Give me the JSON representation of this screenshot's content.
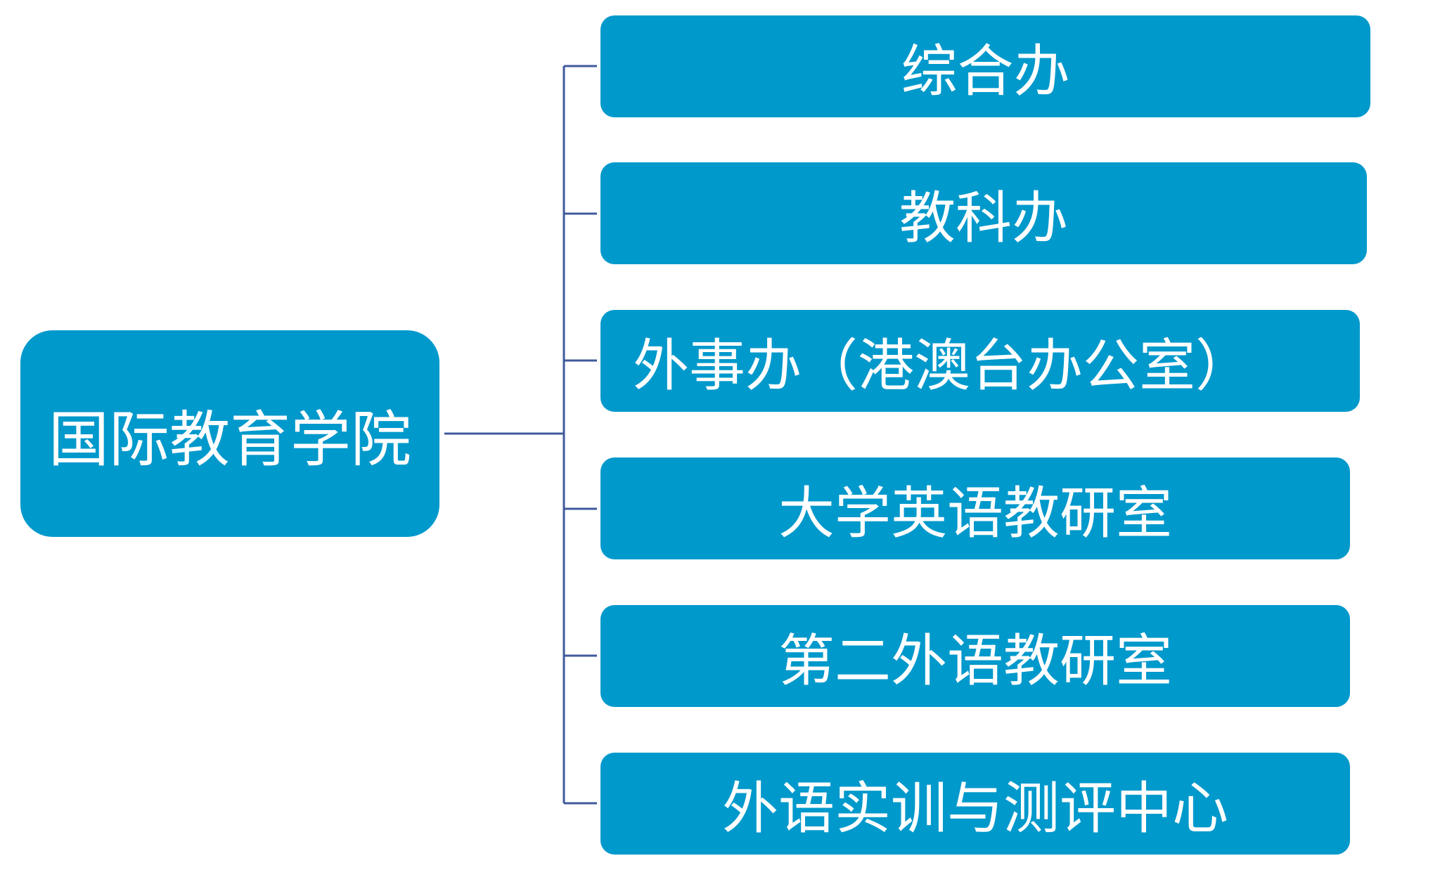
{
  "colors": {
    "box_fill": "#0099cc",
    "text": "#ffffff",
    "connector": "#3f5a9c"
  },
  "root": {
    "label": "国际教育学院"
  },
  "children": [
    {
      "label": "综合办"
    },
    {
      "label": "教科办"
    },
    {
      "label": "外事办（港澳台办公室）"
    },
    {
      "label": "大学英语教研室"
    },
    {
      "label": "第二外语教研室"
    },
    {
      "label": "外语实训与测评中心"
    }
  ]
}
